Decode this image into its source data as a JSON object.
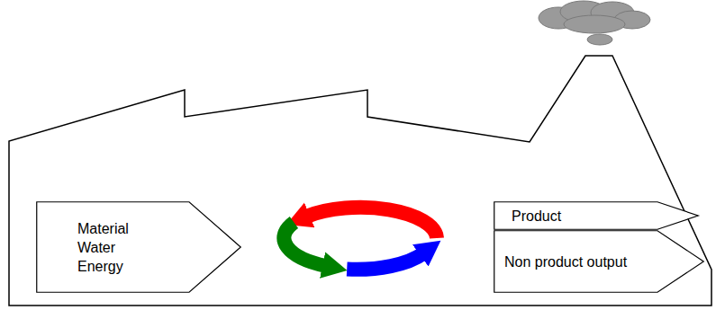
{
  "diagram": {
    "nodes": [
      {
        "text": [
          "Material Water Energy"
        ]
      },
      {
        "text": [
          "Product"
        ]
      },
      {
        "text": [
          "Non product output"
        ]
      }
    ]
  }
}
